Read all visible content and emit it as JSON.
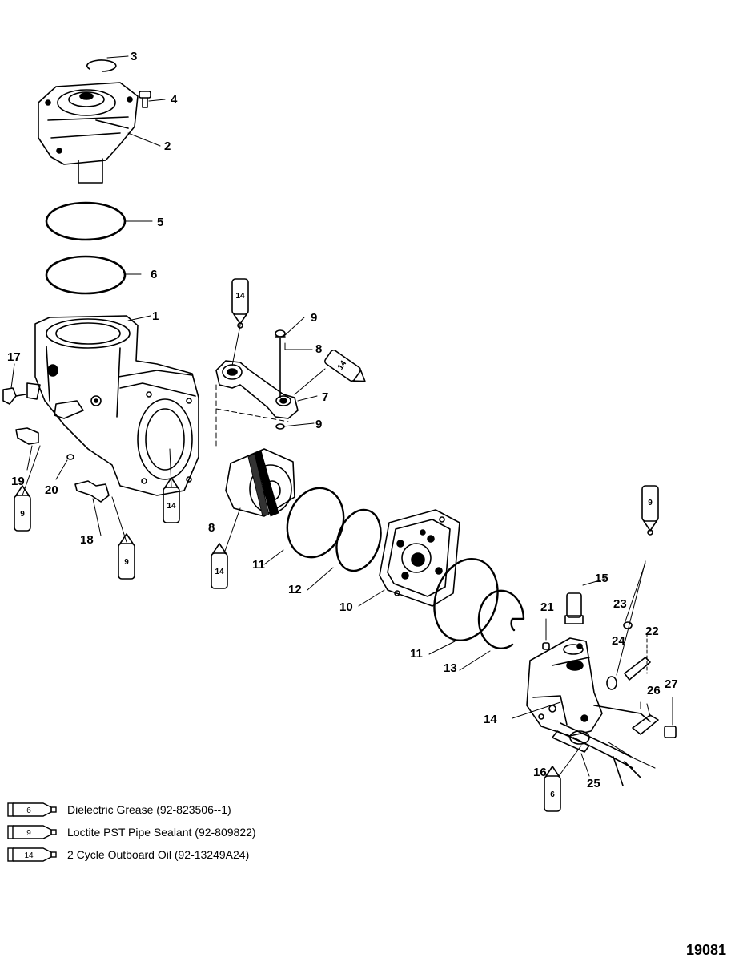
{
  "callouts": [
    "1",
    "2",
    "3",
    "4",
    "5",
    "6",
    "7",
    "8",
    "8",
    "9",
    "9",
    "9",
    "9",
    "9",
    "10",
    "11",
    "11",
    "12",
    "13",
    "14",
    "15",
    "16",
    "17",
    "18",
    "19",
    "20",
    "21",
    "22",
    "23",
    "24",
    "25",
    "26",
    "27"
  ],
  "tube_labels": {
    "grease": "6",
    "sealant": "9",
    "oil": "14"
  },
  "legend": [
    {
      "tube": "6",
      "text": "Dielectric Grease (92-823506--1)"
    },
    {
      "tube": "9",
      "text": "Loctite PST Pipe Sealant (92-809822)"
    },
    {
      "tube": "14",
      "text": "2 Cycle Outboard Oil (92-13249A24)"
    }
  ],
  "figure_number": "19081"
}
